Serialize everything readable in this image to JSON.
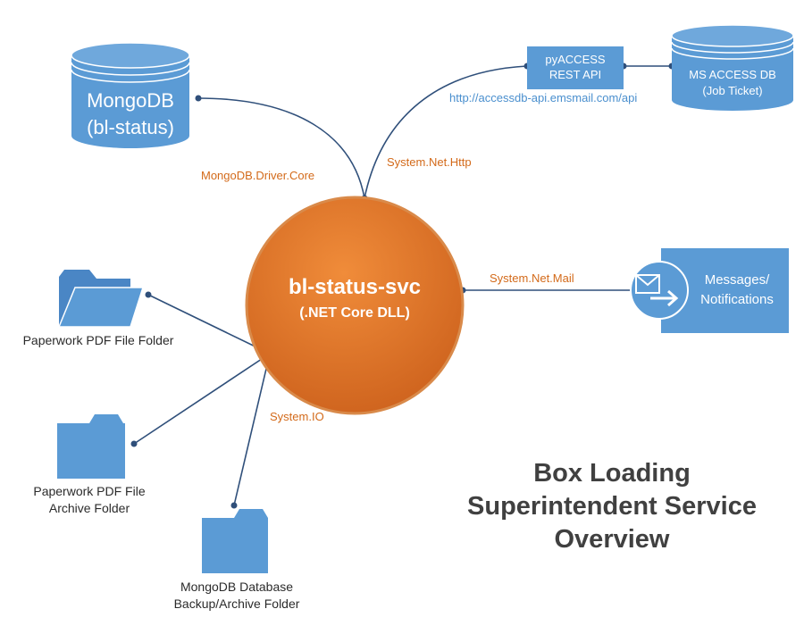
{
  "center": {
    "name": "bl-status-svc",
    "sub": "(.NET Core DLL)"
  },
  "mongodb": {
    "line1": "MongoDB",
    "line2": "(bl-status)"
  },
  "pyaccess": {
    "line1": "pyACCESS",
    "line2": "REST API"
  },
  "msaccess": {
    "line1": "MS ACCESS DB",
    "line2": "(Job Ticket)"
  },
  "api_url": "http://accessdb-api.emsmail.com/api",
  "messages": {
    "line1": "Messages/",
    "line2": "Notifications"
  },
  "connections": {
    "mongo_driver": "MongoDB.Driver.Core",
    "http": "System.Net.Http",
    "mail": "System.Net.Mail",
    "io": "System.IO"
  },
  "folders": {
    "paperwork": "Paperwork PDF File Folder",
    "archive_line1": "Paperwork PDF File",
    "archive_line2": "Archive Folder",
    "backup_line1": "MongoDB Database",
    "backup_line2": "Backup/Archive Folder"
  },
  "title": {
    "line1": "Box Loading",
    "line2": "Superintendent Service",
    "line3": "Overview"
  },
  "colors": {
    "blue": "#5b9bd5",
    "orange": "#e07b2f",
    "line": "#2f4f7a",
    "conn_text": "#d36a1a",
    "url": "#4a8fce"
  },
  "icons": [
    "database-icon",
    "folder-open-icon",
    "folder-icon",
    "mail-send-icon"
  ]
}
